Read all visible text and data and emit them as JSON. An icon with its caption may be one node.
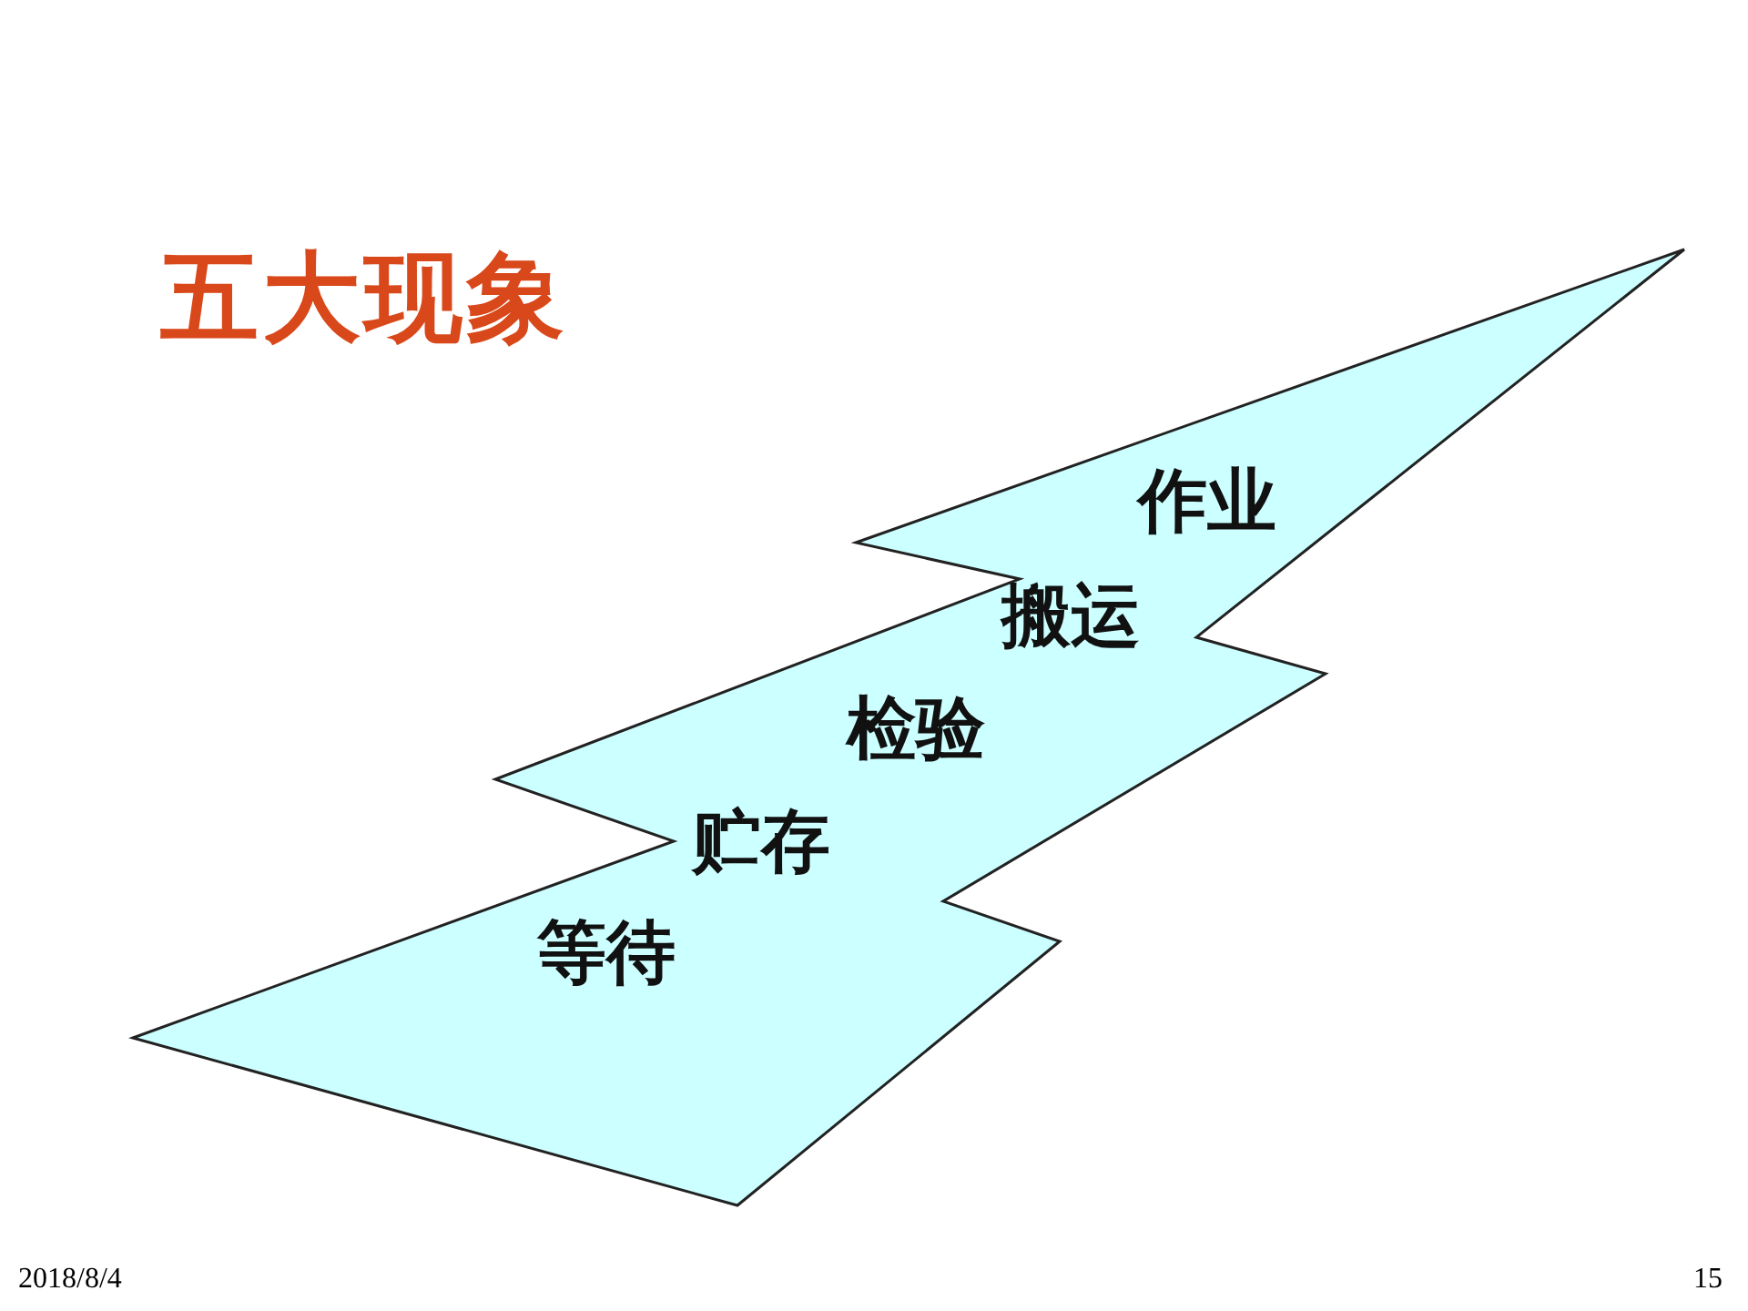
{
  "diagram": {
    "title": "五大现象",
    "nodes": [
      {
        "text": [
          "作业",
          "搬运",
          "检验",
          "贮存",
          "等待"
        ]
      }
    ],
    "edges": [],
    "labels": [
      "2018/8/4",
      "15"
    ]
  }
}
